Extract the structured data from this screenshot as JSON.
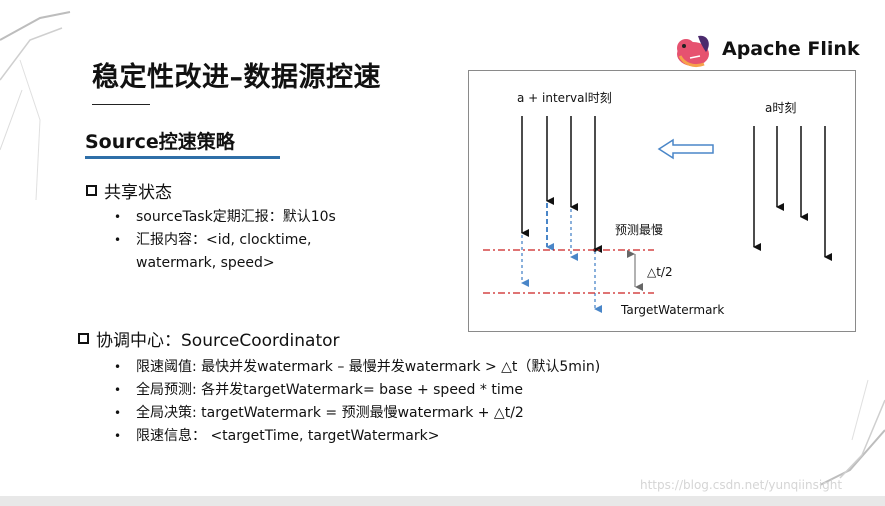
{
  "brand": {
    "name": "Apache Flink",
    "logo_icon": "flink-squirrel-icon"
  },
  "slide": {
    "title": "稳定性改进–数据源控速",
    "subtitle": "Source控速策略"
  },
  "shared_state": {
    "heading": "共享状态",
    "bullets": [
      "sourceTask定期汇报：默认10s",
      "汇报内容：<id, clocktime,",
      "watermark, speed>"
    ]
  },
  "coordinator": {
    "heading": "协调中心：SourceCoordinator",
    "bullets": [
      "限速阈值:   最快并发watermark – 最慢并发watermark > △t（默认5min)",
      "全局预测:   各并发targetWatermark= base + speed * time",
      "全局决策:   targetWatermark = 预测最慢watermark + △t/2",
      "限速信息：   <targetTime, targetWatermark>"
    ]
  },
  "diagram": {
    "label_interval": "a + interval时刻",
    "label_a": "a时刻",
    "label_slowest": "预测最慢",
    "label_delta": "△t/2",
    "label_target": "TargetWatermark",
    "colors": {
      "dashed_line": "#cc2222",
      "blue_arrow": "#4a86c8",
      "black": "#111111"
    }
  },
  "watermark_text": "https://blog.csdn.net/yunqiinsight"
}
